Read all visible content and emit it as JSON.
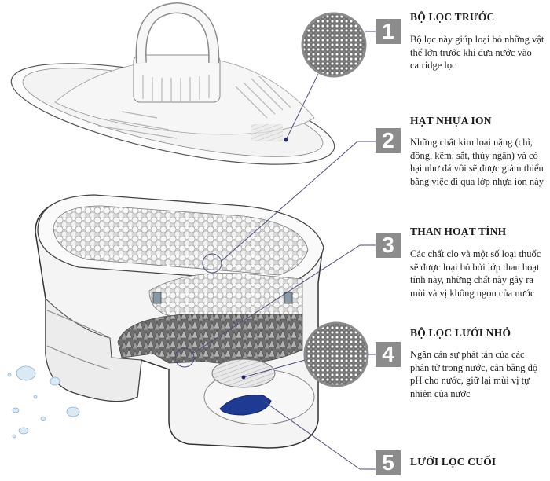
{
  "diagram": {
    "subject": "Water filter cartridge exploded cutaway",
    "colors": {
      "badge_bg": "#8c8c8c",
      "badge_text": "#ffffff",
      "leader_line": "#4a4f7a",
      "blue_mesh": "#1f3a93",
      "outline": "#3a3a3a"
    },
    "callouts": [
      {
        "number": "1",
        "title": "BỘ LỌC TRƯỚC",
        "description": "Bộ lọc này giúp loại bỏ những vật thể lớn trước khi đưa nước vào catridge lọc"
      },
      {
        "number": "2",
        "title": "HẠT NHỰA ION",
        "description": "Những chất kim loại nặng (chì, đồng, kẽm, sắt, thủy ngân) và có hại như đá vôi sẽ được giảm thiểu bằng việc đi qua lớp nhựa ion này"
      },
      {
        "number": "3",
        "title": "THAN HOẠT TÍNH",
        "description": "Các chất clo và một số loại thuốc sẽ được loại bỏ bởi lớp than hoạt tính này, những chất này gây ra mùi và vị không ngon của nước"
      },
      {
        "number": "4",
        "title": "BỘ LỌC LƯỚI NHỎ",
        "description": "Ngăn cản sự phát tán của các phân tử trong nước, cân bằng độ pH cho nước, giữ lại mùi vị tự nhiên của nước"
      },
      {
        "number": "5",
        "title": "LƯỚI LỌC CUỐI",
        "description": ""
      }
    ]
  }
}
